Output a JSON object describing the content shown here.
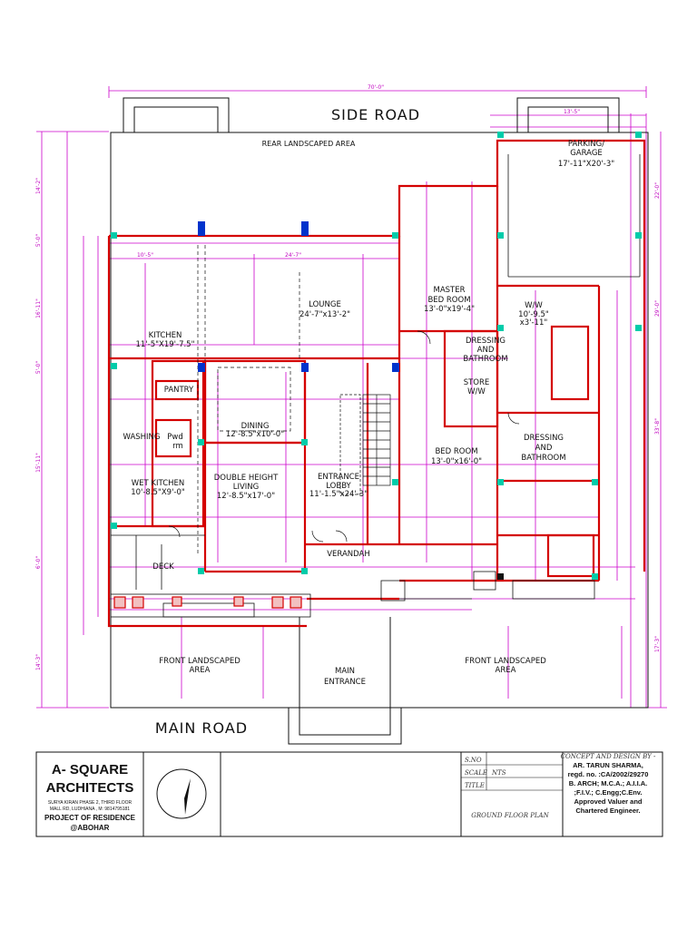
{
  "roads": {
    "side": "SIDE ROAD",
    "main": "MAIN ROAD"
  },
  "areas": {
    "rear_landscaped": "REAR LANDSCAPED AREA",
    "front_landscaped_left": [
      "FRONT LANDSCAPED",
      "AREA"
    ],
    "front_landscaped_right": [
      "FRONT LANDSCAPED",
      "AREA"
    ]
  },
  "rooms": {
    "parking": [
      "PARKING/",
      "GARAGE",
      "17'-11\"X20'-3\""
    ],
    "lounge": [
      "LOUNGE",
      "24'-7\"x13'-2\""
    ],
    "master_bed": [
      "MASTER",
      "BED ROOM",
      "13'-0\"x19'-4\""
    ],
    "kitchen": [
      "KITCHEN",
      "11'-5\"X19'-7.5\""
    ],
    "ww": [
      "W/W",
      "10'-9.5\"",
      "x3'-11\""
    ],
    "dressing_1": [
      "DRESSING",
      "AND",
      "BATHROOM"
    ],
    "store": [
      "STORE",
      "W/W"
    ],
    "pantry": "PANTRY",
    "dining": [
      "DINING",
      "12'-8.5\"x10'-0\""
    ],
    "washing": "WASHING",
    "pwd": [
      "Pwd",
      "rm"
    ],
    "bed_room": [
      "BED ROOM",
      "13'-0\"x16'-0\""
    ],
    "dressing_2": [
      "DRESSING",
      "AND",
      "BATHROOM"
    ],
    "wet_kitchen": [
      "WET KITCHEN",
      "10'-8.5\"X9'-0\""
    ],
    "double_height": [
      "DOUBLE HEIGHT",
      "LIVING",
      "12'-8.5\"x17'-0\""
    ],
    "entrance_lobby": [
      "ENTRANCE",
      "LOBBY",
      "11'-1.5\"x24'-3\""
    ],
    "deck": "DECK",
    "verandah": "VERANDAH",
    "main_entrance": [
      "MAIN",
      "ENTRANCE"
    ]
  },
  "dims": {
    "overall_top": "70'-0\"",
    "left_stack": [
      "14'-2\"",
      "5'-0\"",
      "16'-11\"",
      "5'-0\"",
      "15'-11\"",
      "6'-0\"",
      "14'-3\""
    ],
    "right_stack": [
      "22'-0\"",
      "29'-0\"",
      "33'-8\"",
      "17'-3\""
    ],
    "lounge_width": "24'-7\"",
    "kitchen_width": "10'-5\"",
    "top_parking": "13'-5\""
  },
  "title_block": {
    "firm_line1": "A- SQUARE",
    "firm_line2": "ARCHITECTS",
    "address_line1": "SURYA KIRAN PHASE 2, THIRD FLOOR",
    "address_line2": "MALL RD, LUDHIANA ,  M: 9814795181",
    "project_line1": "PROJECT OF RESIDENCE",
    "project_line2": "@ABOHAR",
    "field_scale_label": "SCALE",
    "field_scale_value": "NTS",
    "field_title_label": "TITLE",
    "field_row1_label": "S.NO",
    "drawing_title": "GROUND FLOOR PLAN",
    "concept_label": "CONCEPT AND DESIGN BY -",
    "architect": [
      "AR. TARUN SHARMA,",
      "regd. no. :CA/2002/29270",
      "B. ARCH; M.C.A.; A.I.I.A.",
      ";F.I.V.; C.Engg;C.Env.",
      "Approved Valuer and",
      "Chartered Engineer."
    ]
  },
  "colors": {
    "wall": "#d40000",
    "dimension": "#cc00cc",
    "grid": "#00aa66",
    "column": "#0033cc",
    "line": "#111111"
  }
}
